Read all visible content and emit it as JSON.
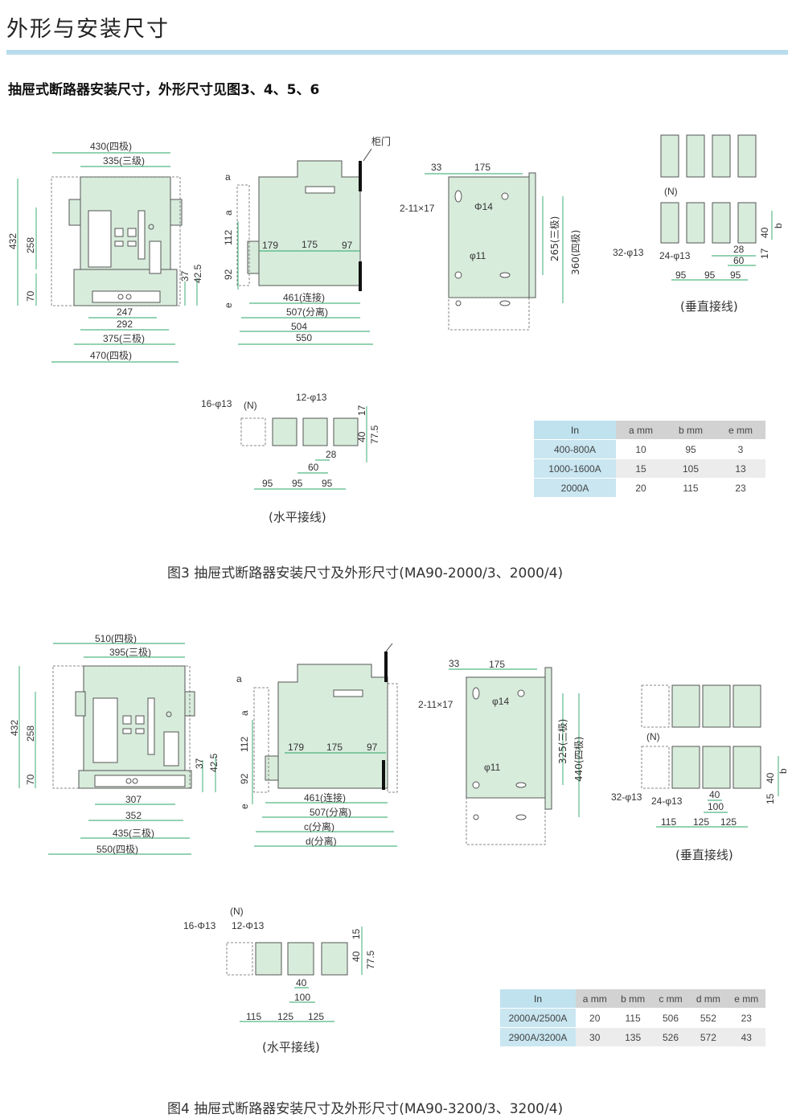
{
  "header": {
    "title": "外形与安装尺寸",
    "rule_color": "#b9dcec"
  },
  "subtitle": "抽屉式断路器安装尺寸，外形尺寸见图3、4、5、6",
  "fig3": {
    "front": {
      "w4": "430(四极)",
      "w3": "335(三级)",
      "h432": "432",
      "h258": "258",
      "h70": "70",
      "h37": "37",
      "h425": "42.5",
      "b247": "247",
      "b292": "292",
      "b375": "375(三极)",
      "b470": "470(四极)"
    },
    "side": {
      "door": "柜门",
      "a1": "a",
      "a2": "a",
      "v112": "112",
      "v92": "92",
      "e": "e",
      "d179": "179",
      "d175": "175",
      "d97": "97",
      "l461": "461(连接)",
      "l507": "507(分离)",
      "l504": "504",
      "l550": "550"
    },
    "mount": {
      "m33": "33",
      "m175": "175",
      "holes": "2-11×17",
      "phi14": "Φ14",
      "phi11": "φ11",
      "h265": "265(三极)",
      "h360": "360(四极)"
    },
    "vertical": {
      "n": "(N)",
      "l32": "32-φ13",
      "l24": "24-φ13",
      "d95a": "95",
      "d95b": "95",
      "d95c": "95",
      "d28": "28",
      "d60": "60",
      "d40": "40",
      "b": "b",
      "d17": "17",
      "caption": "(垂直接线)"
    },
    "horizontal": {
      "l16": "16-φ13",
      "n": "(N)",
      "l12": "12-φ13",
      "d17": "17",
      "d40": "40",
      "d775": "77.5",
      "d28": "28",
      "d60": "60",
      "d95a": "95",
      "d95b": "95",
      "d95c": "95",
      "caption": "(水平接线)"
    },
    "table": {
      "headers": [
        "In",
        "a mm",
        "b mm",
        "e mm"
      ],
      "rows": [
        [
          "400-800A",
          "10",
          "95",
          "3"
        ],
        [
          "1000-1600A",
          "15",
          "105",
          "13"
        ],
        [
          "2000A",
          "20",
          "115",
          "23"
        ]
      ]
    },
    "caption": "图3 抽屉式断路器安装尺寸及外形尺寸(MA90-2000/3、2000/4)"
  },
  "fig4": {
    "front": {
      "w4": "510(四极)",
      "w3": "395(三极)",
      "h432": "432",
      "h258": "258",
      "h70": "70",
      "h37": "37",
      "h425": "42.5",
      "b307": "307",
      "b352": "352",
      "b435": "435(三极)",
      "b550": "550(四极)"
    },
    "side": {
      "a1": "a",
      "a2": "a",
      "v112": "112",
      "v92": "92",
      "e": "e",
      "d179": "179",
      "d175": "175",
      "d97": "97",
      "l461": "461(连接)",
      "l507": "507(分离)",
      "lc": "c(分离)",
      "ld": "d(分离)"
    },
    "mount": {
      "m33": "33",
      "m175": "175",
      "holes": "2-11×17",
      "phi14": "φ14",
      "phi11": "φ11",
      "h325": "325(三极)",
      "h440": "440(四极)"
    },
    "vertical": {
      "n": "(N)",
      "l32": "32-φ13",
      "l24": "24-φ13",
      "d115": "115",
      "d125a": "125",
      "d125b": "125",
      "d40": "40",
      "d100": "100",
      "d40r": "40",
      "b": "b",
      "d15": "15",
      "caption": "(垂直接线)"
    },
    "horizontal": {
      "n": "(N)",
      "l16": "16-Φ13",
      "l12": "12-Φ13",
      "d15": "15",
      "d40": "40",
      "d775": "77.5",
      "d40b": "40",
      "d100": "100",
      "d115": "115",
      "d125a": "125",
      "d125b": "125",
      "caption": "(水平接线)"
    },
    "table": {
      "headers": [
        "In",
        "a mm",
        "b mm",
        "c mm",
        "d mm",
        "e mm"
      ],
      "rows": [
        [
          "2000A/2500A",
          "20",
          "115",
          "506",
          "552",
          "23"
        ],
        [
          "2900A/3200A",
          "30",
          "135",
          "526",
          "572",
          "43"
        ]
      ]
    },
    "caption": "图4 抽屉式断路器安装尺寸及外形尺寸(MA90-3200/3、3200/4)"
  }
}
